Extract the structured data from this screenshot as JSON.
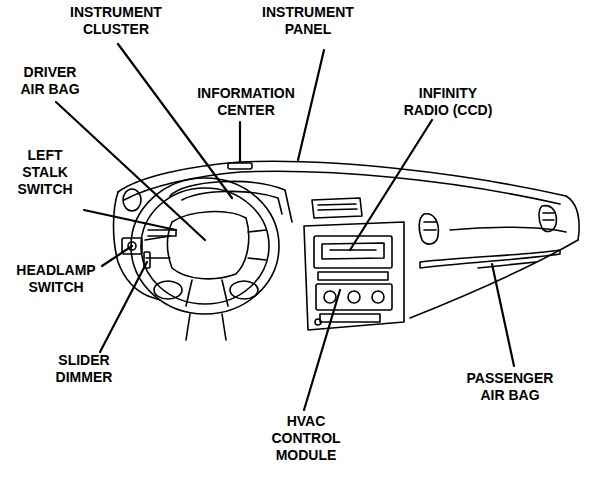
{
  "diagram": {
    "labels": [
      "INSTRUMENT CLUSTER",
      "INSTRUMENT PANEL",
      "DRIVER AIR BAG",
      "INFORMATION CENTER",
      "INFINITY RADIO (CCD)",
      "LEFT STALK SWITCH",
      "HEADLAMP SWITCH",
      "SLIDER DIMMER",
      "PASSENGER AIR BAG",
      "HVAC CONTROL MODULE"
    ]
  }
}
